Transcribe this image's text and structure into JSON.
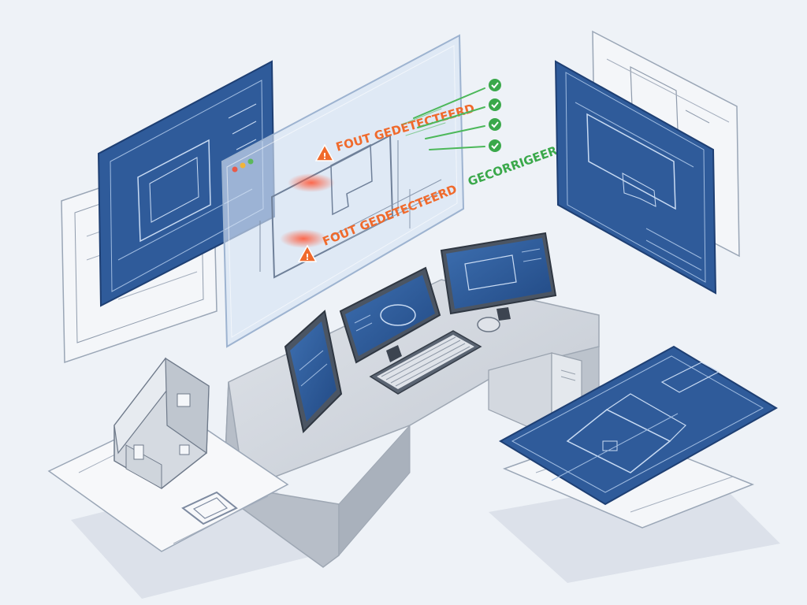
{
  "labels": {
    "error_1": "FOUT GEDETECTEERD",
    "error_2": "FOUT GEDETECTEERD",
    "corrected": "GECORRIGEERD"
  },
  "icons": {
    "warning": "warning-triangle-icon",
    "check": "check-circle-icon",
    "window_dots": "window-control-dots-icon"
  },
  "colors": {
    "background": "#eef2f7",
    "blueprint": "#2f5b9a",
    "error": "#f06a2c",
    "success": "#3aa84a",
    "desk": "#c9ced6"
  }
}
